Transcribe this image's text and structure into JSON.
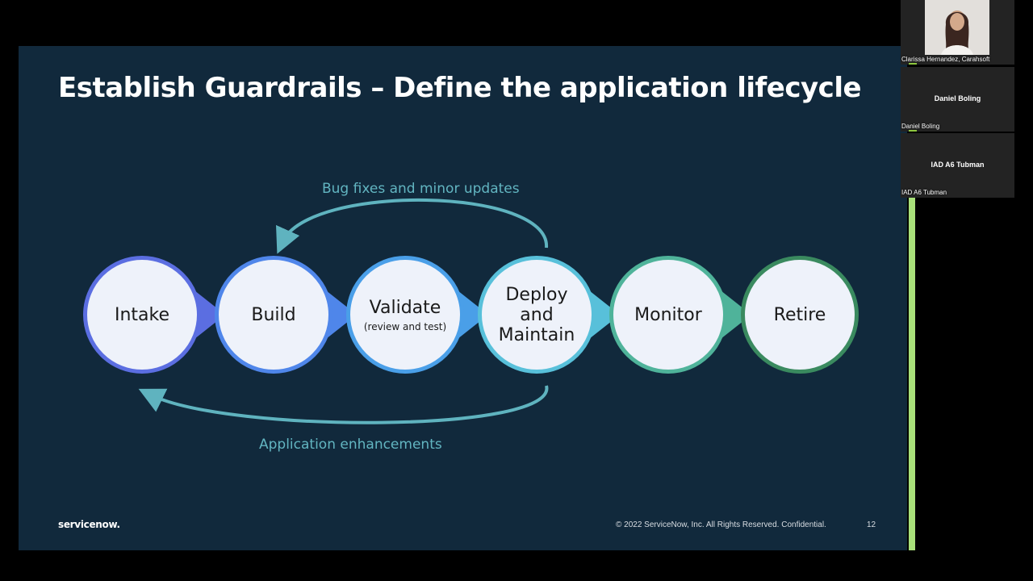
{
  "slide": {
    "title": "Establish Guardrails – Define the application lifecycle",
    "loop_top_label": "Bug fixes and minor updates",
    "loop_bottom_label": "Application enhancements",
    "stages": [
      {
        "name": "Intake",
        "sub": "",
        "color": "#5b6ee1"
      },
      {
        "name": "Build",
        "sub": "",
        "color": "#4f86ea"
      },
      {
        "name": "Validate",
        "sub": "(review and test)",
        "color": "#4a9fe8"
      },
      {
        "name": "Deploy\nand\nMaintain",
        "sub": "",
        "color": "#58c0da"
      },
      {
        "name": "Monitor",
        "sub": "",
        "color": "#4fb39a"
      },
      {
        "name": "Retire",
        "sub": "",
        "color": "#3a8a5f"
      }
    ],
    "footer": {
      "logo": "servicenow.",
      "copyright": "© 2022 ServiceNow, Inc. All Rights Reserved. Confidential.",
      "page_number": "12"
    },
    "colors": {
      "background": "#11293c",
      "loop_arrow": "#5fb3bf",
      "circle_fill": "#eef2fa"
    }
  },
  "participants": [
    {
      "label": "Clarissa Hernandez, Carahsoft",
      "center_name": "",
      "has_video": true
    },
    {
      "label": "Daniel Boling",
      "center_name": "Daniel Boling",
      "has_video": false
    },
    {
      "label": "IAD A6 Tubman",
      "center_name": "IAD A6 Tubman",
      "has_video": false
    }
  ]
}
